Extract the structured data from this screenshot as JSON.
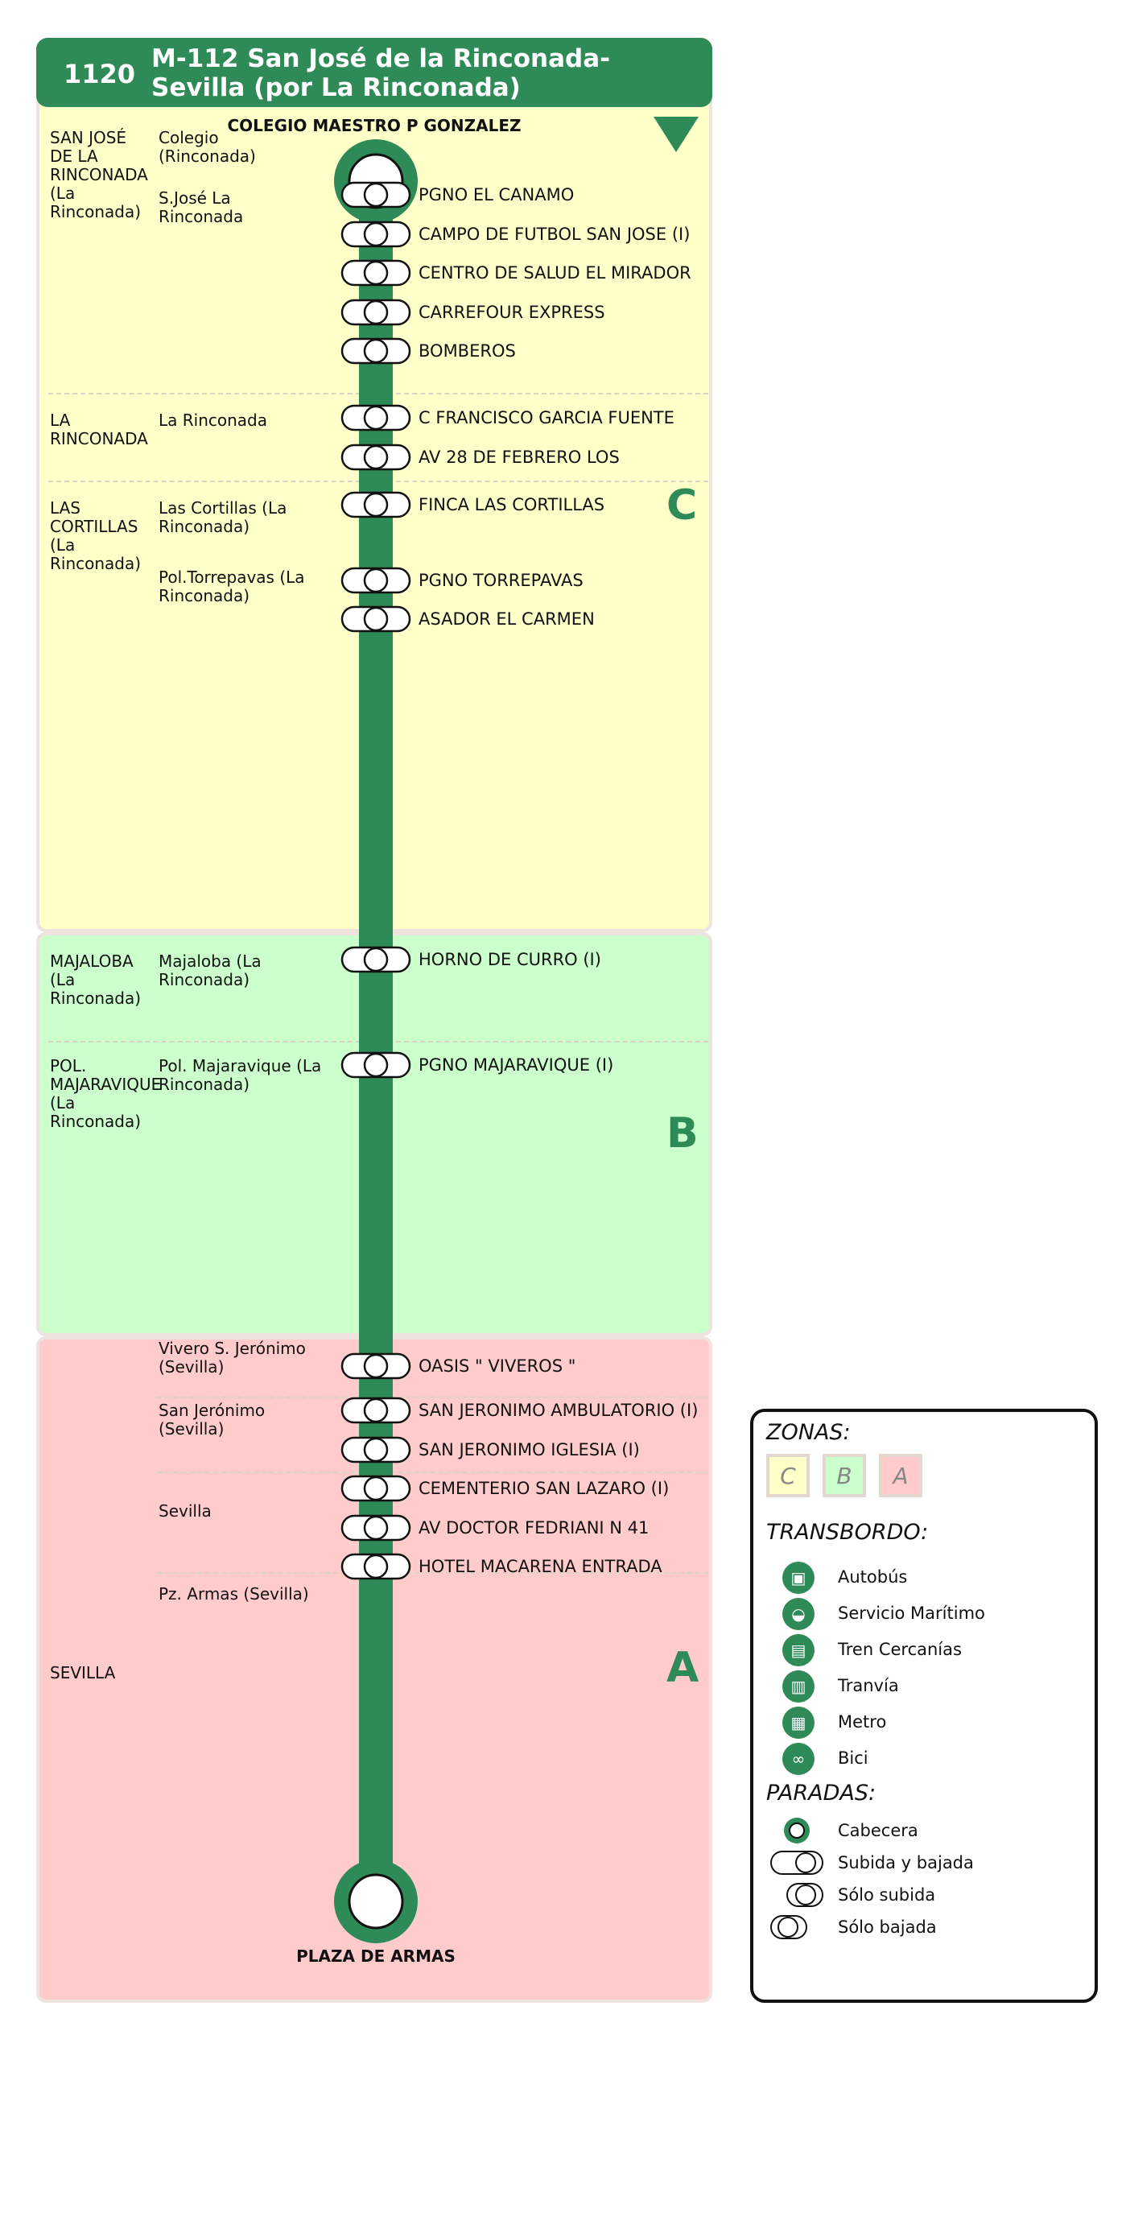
{
  "header": {
    "code": "1120",
    "title_line1": "M-112 San José de la Rinconada-",
    "title_line2": "Sevilla (por La Rinconada)"
  },
  "colors": {
    "route": "#2e8b57",
    "zone_c": "#ffffc9",
    "zone_b": "#cbffcb",
    "zone_a": "#ffcbcb"
  },
  "direction_icon": "triangle-down-icon",
  "terminals": {
    "start": "COLEGIO MAESTRO P GONZALEZ",
    "end": "PLAZA DE ARMAS"
  },
  "zones": [
    {
      "letter": "C",
      "color": "#ffffc9"
    },
    {
      "letter": "B",
      "color": "#cbffcb"
    },
    {
      "letter": "A",
      "color": "#ffcbcb"
    }
  ],
  "municipalities": [
    "SAN JOSÉ DE LA RINCONADA (La Rinconada)",
    "LA RINCONADA",
    "LAS CORTILLAS (La Rinconada)",
    "MAJALOBA (La Rinconada)",
    "POL. MAJARAVIQUE (La Rinconada)",
    "SEVILLA"
  ],
  "localities": [
    "Colegio (Rinconada)",
    "S.José La Rinconada",
    "La Rinconada",
    "Las Cortillas (La Rinconada)",
    "Pol.Torrepavas (La Rinconada)",
    "Majaloba (La Rinconada)",
    "Pol. Majaravique (La Rinconada)",
    "Vivero S. Jerónimo (Sevilla)",
    "San Jerónimo (Sevilla)",
    "Sevilla",
    "Pz. Armas (Sevilla)"
  ],
  "stops": [
    "PGNO EL CANAMO",
    "CAMPO DE FUTBOL SAN JOSE (I)",
    "CENTRO DE SALUD EL MIRADOR",
    "CARREFOUR EXPRESS",
    "BOMBEROS",
    "C FRANCISCO GARCIA FUENTE",
    "AV 28 DE FEBRERO LOS",
    "FINCA LAS CORTILLAS",
    "PGNO TORREPAVAS",
    "ASADOR EL CARMEN",
    "HORNO DE CURRO (I)",
    "PGNO MAJARAVIQUE (I)",
    "OASIS \" VIVEROS \"",
    "SAN JERONIMO AMBULATORIO (I)",
    "SAN JERONIMO IGLESIA (I)",
    "CEMENTERIO SAN LAZARO (I)",
    "AV DOCTOR FEDRIANI N 41",
    "HOTEL MACARENA ENTRADA"
  ],
  "legend": {
    "zonas_title": "ZONAS:",
    "zone_chips": [
      "C",
      "B",
      "A"
    ],
    "transbordo_title": "TRANSBORDO:",
    "transfers": [
      {
        "label": "Autobús",
        "icon": "bus-icon"
      },
      {
        "label": "Servicio Marítimo",
        "icon": "ferry-icon"
      },
      {
        "label": "Tren Cercanías",
        "icon": "train-icon"
      },
      {
        "label": "Tranvía",
        "icon": "tram-icon"
      },
      {
        "label": "Metro",
        "icon": "metro-icon"
      },
      {
        "label": "Bici",
        "icon": "bike-icon"
      }
    ],
    "paradas_title": "PARADAS:",
    "stop_types": [
      "Cabecera",
      "Subida y bajada",
      "Sólo subida",
      "Sólo bajada"
    ]
  }
}
